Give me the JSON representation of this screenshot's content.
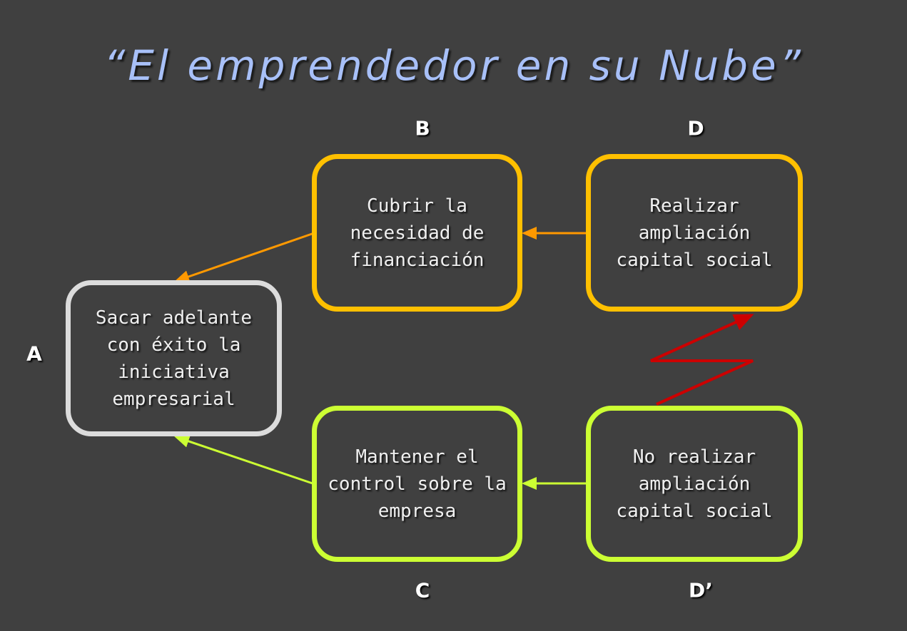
{
  "title": "“El emprendedor en su Nube”",
  "nodes": {
    "A": {
      "label": "A",
      "text": "Sacar adelante con éxito la iniciativa empresarial",
      "color": "#dcdcdc"
    },
    "B": {
      "label": "B",
      "text": "Cubrir la necesidad de financiación",
      "color": "#ffc000"
    },
    "C": {
      "label": "C",
      "text": "Mantener el control sobre la empresa",
      "color": "#ccff33"
    },
    "D": {
      "label": "D",
      "text": "Realizar ampliación capital social",
      "color": "#ffc000"
    },
    "D2": {
      "label": "D’",
      "text": "No realizar ampliación capital social",
      "color": "#ccff33"
    }
  },
  "edges": [
    {
      "from": "B",
      "to": "A",
      "color": "#ff9900"
    },
    {
      "from": "D",
      "to": "B",
      "color": "#ff9900"
    },
    {
      "from": "C",
      "to": "A",
      "color": "#ccff33"
    },
    {
      "from": "D2",
      "to": "C",
      "color": "#ccff33"
    },
    {
      "from": "D2",
      "to": "D",
      "color": "#cc0000",
      "kind": "conflict"
    }
  ]
}
